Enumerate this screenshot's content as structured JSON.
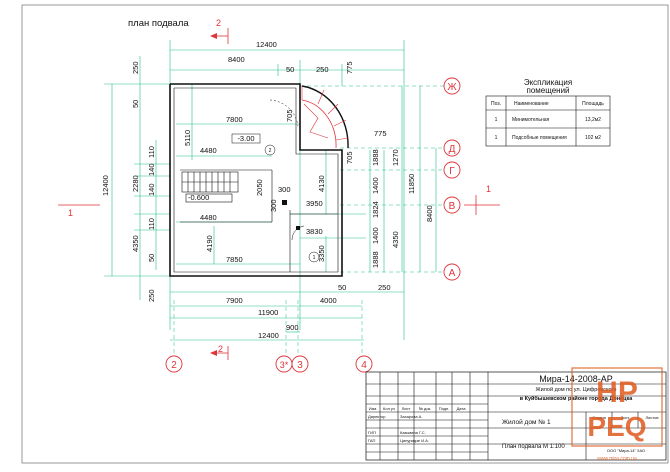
{
  "sheet_title": "план подвала",
  "section_marks": {
    "top": "2",
    "bottom": "2",
    "left": "1",
    "right": "1"
  },
  "axis_labels": {
    "columns": [
      "2",
      "3*",
      "3",
      "4"
    ],
    "rows": [
      "Ж",
      "Д",
      "Г",
      "В",
      "А"
    ]
  },
  "dims": {
    "top_total": "12400",
    "top_left": "8400",
    "top_seg_50": "50",
    "top_seg_250": "250",
    "top_right_775": "775",
    "left_250_top": "250",
    "left_50_top": "50",
    "inner_7800": "7800",
    "door_705_top": "705",
    "v5110": "5110",
    "level_main": "-3.00",
    "room_2": "2",
    "h4480_top": "4480",
    "v110_a": "110",
    "v140_a": "140",
    "v2280": "2280",
    "v140_b": "140",
    "v110_b": "110",
    "v2050": "2050",
    "level_stair": "-0.600",
    "d300_a": "300",
    "d300_b": "300",
    "h4480_bot": "4480",
    "h3950": "3950",
    "h3830": "3830",
    "v4350_left": "4350",
    "v4190": "4190",
    "v4130": "4130",
    "v3350": "3350",
    "room_1": "1",
    "h7850": "7850",
    "left_total": "12400",
    "left_50_bot": "50",
    "r775": "775",
    "r705": "705",
    "r1888_top": "1888",
    "r1270": "1270",
    "r1400_a": "1400",
    "r1824": "1824",
    "r1400_b": "1400",
    "r1888_bot": "1888",
    "r11850": "11850",
    "r8400": "8400",
    "r4350": "4350",
    "bot_250_left": "250",
    "bot_50": "50",
    "bot_250_right": "250",
    "bot_7900": "7900",
    "bot_4000": "4000",
    "bot_11900": "11900",
    "bot_900": "900",
    "bot_12400": "12400"
  },
  "explication": {
    "title_line1": "Экспликация",
    "title_line2": "помещений",
    "headers": [
      "Поз.",
      "Наименование",
      "Площадь"
    ],
    "rows": [
      [
        "1",
        "Минимотельная",
        "13,2м2"
      ],
      [
        "1",
        "Подсобные помещения",
        "102 м2"
      ]
    ]
  },
  "title_block": {
    "code": "Мира-14-2008-АР",
    "object_line1": "Жилой дом по ул. Цифровского",
    "object_line2": "в Куйбышевском районе города Донецка",
    "header_cells": [
      "Изм.",
      "Кол.уч",
      "Лист",
      "№ док.",
      "Подп.",
      "Дата"
    ],
    "people": [
      [
        "Директор",
        "Захарова А."
      ],
      [
        "ГИП",
        "Казьмина Г.С."
      ],
      [
        "ГАП",
        "Ципуридзе И.А."
      ]
    ],
    "building": "Жилой дом № 1",
    "stage_headers": [
      "Стадия",
      "Лист",
      "Листов"
    ],
    "drawing_name": "План подвала М 1:100",
    "company": "ООО \"Мира-14\" ЗАО"
  },
  "watermark": {
    "letters_top": "HP",
    "letters_bottom": "PEQ",
    "site": "www.mira.com.ua"
  },
  "colors": {
    "grid": "#22c08a",
    "section": "#e0333a",
    "wall": "#111111",
    "watermark": "#e05a1e"
  }
}
